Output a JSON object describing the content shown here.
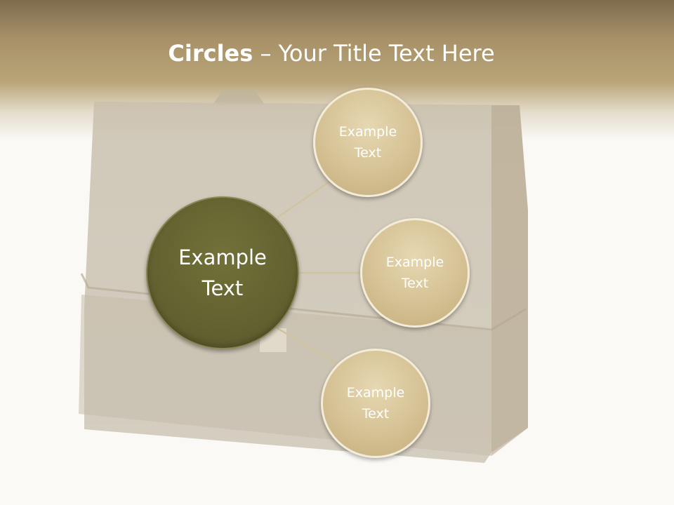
{
  "slide": {
    "title_bold": "Circles",
    "title_rest": " – Your Title Text Here"
  },
  "diagram": {
    "center": {
      "label": "Example\nText"
    },
    "satellites": [
      {
        "label": "Example\nText"
      },
      {
        "label": "Example\nText"
      },
      {
        "label": "Example\nText"
      }
    ]
  },
  "colors": {
    "header_brown": "#a89168",
    "center_fill": "#646331",
    "satellite_fill": "#d5c194",
    "connector": "#d2c3a0",
    "background": "#faf9f5"
  }
}
